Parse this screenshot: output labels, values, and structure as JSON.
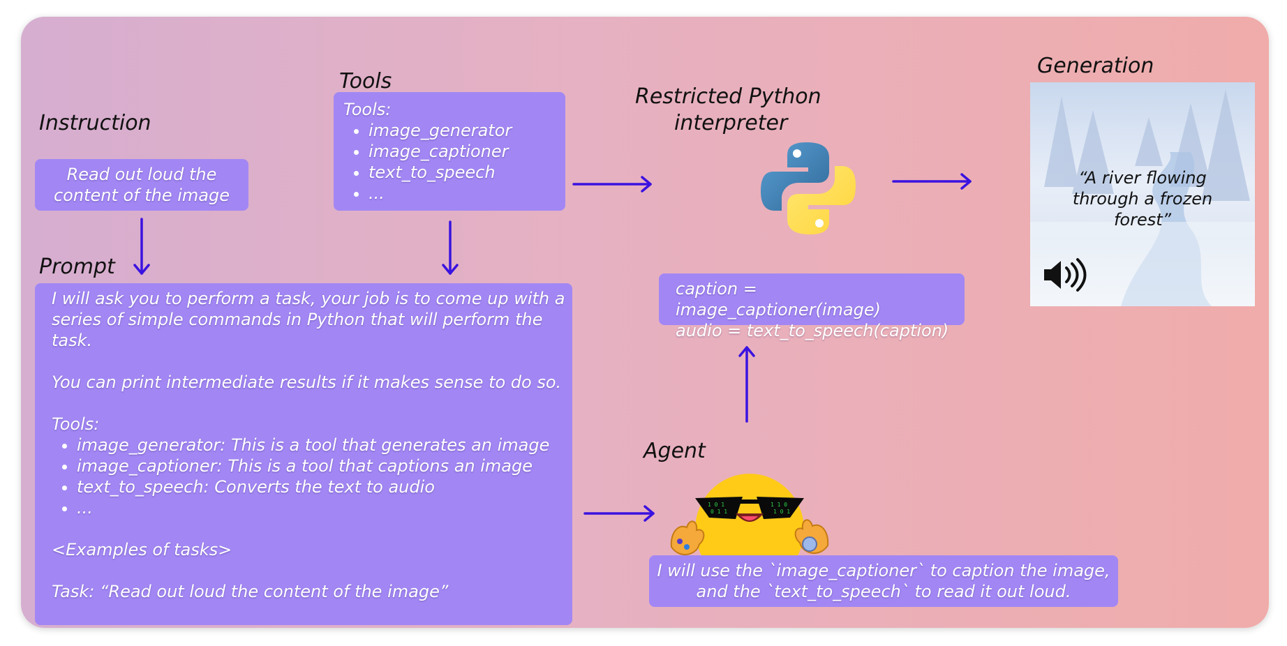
{
  "titles": {
    "instruction": "Instruction",
    "tools": "Tools",
    "interpreter_line1": "Restricted Python",
    "interpreter_line2": "interpreter",
    "generation": "Generation",
    "prompt": "Prompt",
    "agent": "Agent"
  },
  "instruction_box": {
    "line1": "Read out loud the",
    "line2": "content of the image"
  },
  "tools_box": {
    "heading": "Tools:",
    "items": [
      "image_generator",
      "image_captioner",
      "text_to_speech",
      "..."
    ]
  },
  "code_box": {
    "line1": "caption = image_captioner(image)",
    "line2": "audio = text_to_speech(caption)"
  },
  "generation": {
    "quote_line1": "“A river flowing",
    "quote_line2": "through a frozen",
    "quote_line3": "forest”",
    "speaker_icon": "speaker-volume-icon"
  },
  "prompt_box": {
    "p1_line1": "I will ask you to perform a task, your job is to come up with a",
    "p1_line2": "series of simple commands in Python that will perform the",
    "p1_line3": "task.",
    "p2": "You can print intermediate results if it makes sense to do so.",
    "tools_heading": "Tools:",
    "tools": [
      "image_generator: This is a tool that generates an image",
      "image_captioner: This is a tool that captions an image",
      "text_to_speech: Converts the text to audio",
      "..."
    ],
    "examples": "<Examples of tasks>",
    "task": "Task: “Read out loud the content of the image”"
  },
  "agent_box": {
    "line1": "I will use the `image_captioner` to caption the image,",
    "line2": "and the `text_to_speech` to read it out loud."
  },
  "colors": {
    "box": "#a287f4",
    "arrow": "#3a12e0",
    "background_left": "#d6aed0",
    "background_right": "#f0acaa"
  }
}
